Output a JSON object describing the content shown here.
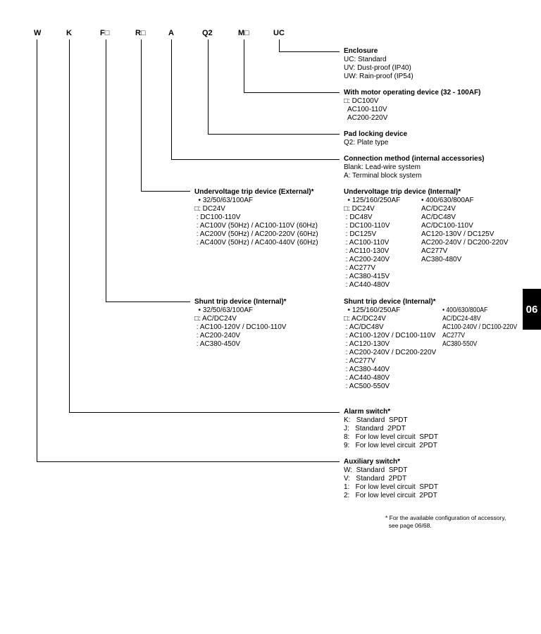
{
  "codes": [
    "W",
    "K",
    "F□",
    "R□",
    "A",
    "Q2",
    "M□",
    "UC"
  ],
  "tab": "06",
  "blocks": {
    "enclosure": {
      "title": "Enclosure",
      "lines": [
        "UC: Standard",
        "UV: Dust-proof (IP40)",
        "UW: Rain-proof (IP54)"
      ]
    },
    "motor": {
      "title": "With motor operating device (32 - 100AF)",
      "lines": [
        "□: DC100V",
        "  AC100-110V",
        "  AC200-220V"
      ]
    },
    "padlock": {
      "title": "Pad locking device",
      "lines": [
        "Q2: Plate type"
      ]
    },
    "connection": {
      "title": "Connection method (internal accessories)",
      "lines": [
        "Blank: Lead-wire system",
        "A: Terminal block system"
      ]
    },
    "uvt_ext": {
      "title": "Undervoltage trip device (External)*",
      "lines": [
        "  • 32/50/63/100AF",
        "□: DC24V",
        " : DC100-110V",
        " : AC100V (50Hz) / AC100-110V (60Hz)",
        " : AC200V (50Hz) / AC200-220V (60Hz)",
        " : AC400V (50Hz) / AC400-440V (60Hz)"
      ]
    },
    "uvt_int_a": {
      "title": "Undervoltage trip device (Internal)*",
      "lines": [
        "  • 125/160/250AF",
        "□: DC24V",
        " : DC48V",
        " : DC100-110V",
        " : DC125V",
        " : AC100-110V",
        " : AC110-130V",
        " : AC200-240V",
        " : AC277V",
        " : AC380-415V",
        " : AC440-480V"
      ]
    },
    "uvt_int_b": {
      "lines": [
        "• 400/630/800AF",
        "AC/DC24V",
        "AC/DC48V",
        "AC/DC100-110V",
        "AC120-130V / DC125V",
        "AC200-240V / DC200-220V",
        "AC277V",
        "AC380-480V"
      ]
    },
    "shunt_ext": {
      "title": "Shunt trip device (Internal)*",
      "lines": [
        "  • 32/50/63/100AF",
        "□: AC/DC24V",
        " : AC100-120V / DC100-110V",
        " : AC200-240V",
        " : AC380-450V"
      ]
    },
    "shunt_int_a": {
      "title": "Shunt trip device (Internal)*",
      "lines": [
        "  • 125/160/250AF",
        "□: AC/DC24V",
        " : AC/DC48V",
        " : AC100-120V / DC100-110V",
        " : AC120-130V",
        " : AC200-240V / DC200-220V",
        " : AC277V",
        " : AC380-440V",
        " : AC440-480V",
        " : AC500-550V"
      ]
    },
    "shunt_int_b": {
      "lines": [
        "• 400/630/800AF",
        "AC/DC24-48V",
        "AC100-240V / DC100-220V",
        "AC277V",
        "AC380-550V"
      ]
    },
    "alarm": {
      "title": "Alarm switch*",
      "lines": [
        "K:   Standard  SPDT",
        "J:   Standard  2PDT",
        "8:   For low level circuit  SPDT",
        "9:   For low level circuit  2PDT"
      ]
    },
    "aux": {
      "title": "Auxiliary switch*",
      "lines": [
        "W:  Standard  SPDT",
        "V:   Standard  2PDT",
        "1:   For low level circuit  SPDT",
        "2:   For low level circuit  2PDT"
      ]
    }
  },
  "footnote": [
    "* For the available configuration of accessory,",
    "  see page 06/68."
  ]
}
